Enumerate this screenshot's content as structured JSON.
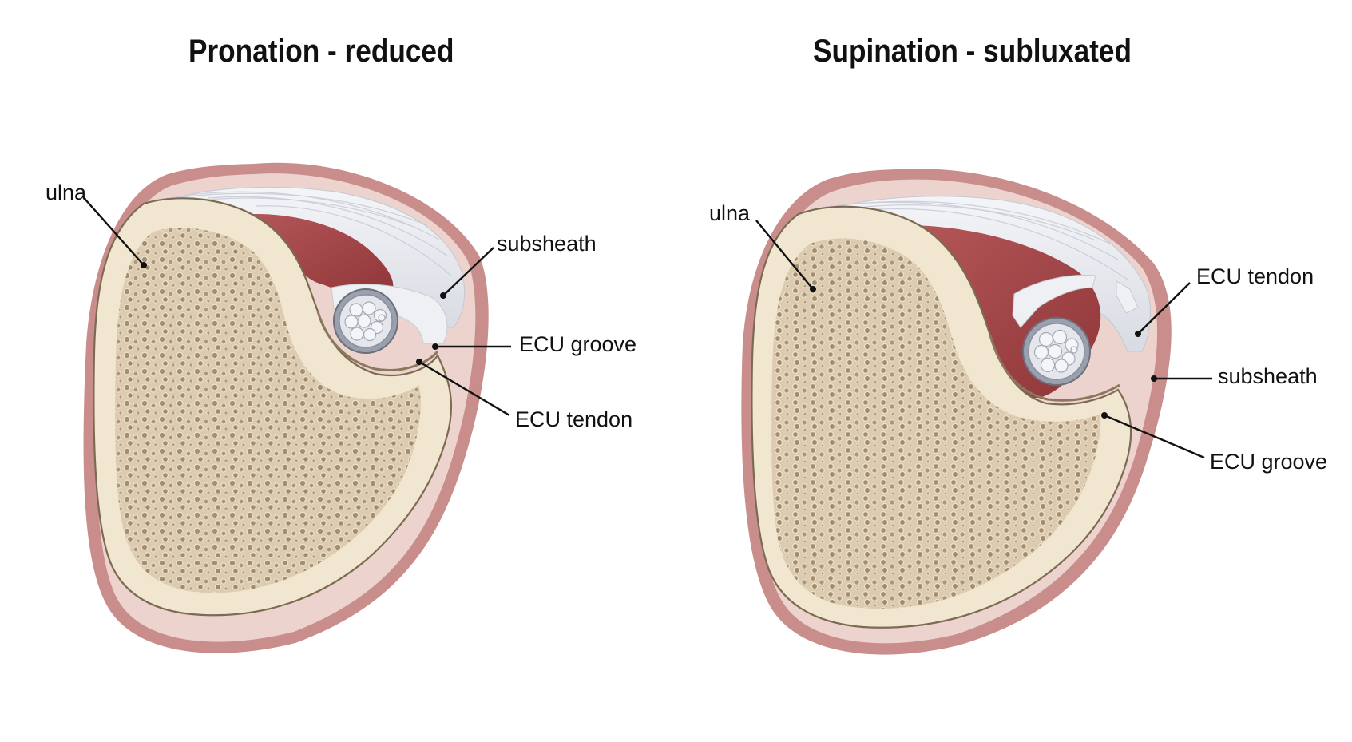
{
  "panels": [
    {
      "title": "Pronation - reduced",
      "labels": {
        "ulna": "ulna",
        "subsheath": "subsheath",
        "ecu_groove": "ECU groove",
        "ecu_tendon": "ECU tendon"
      }
    },
    {
      "title": "Supination - subluxated",
      "labels": {
        "ulna": "ulna",
        "ecu_tendon": "ECU tendon",
        "subsheath": "subsheath",
        "ecu_groove": "ECU groove"
      }
    }
  ],
  "colors": {
    "background": "#ffffff",
    "skin_outer": "#c98e8c",
    "skin_inner": "#ecd3cd",
    "bone_cortex": "#f1e6cf",
    "bone_cancellous": "#dccbb0",
    "bone_pores": "#a89274",
    "muscle": "#a9484a",
    "ligament": "#e6e8ee",
    "tendon_sheath": "#9aa0ad",
    "tendon_fibers": "#f0f1f4",
    "text": "#111111"
  }
}
